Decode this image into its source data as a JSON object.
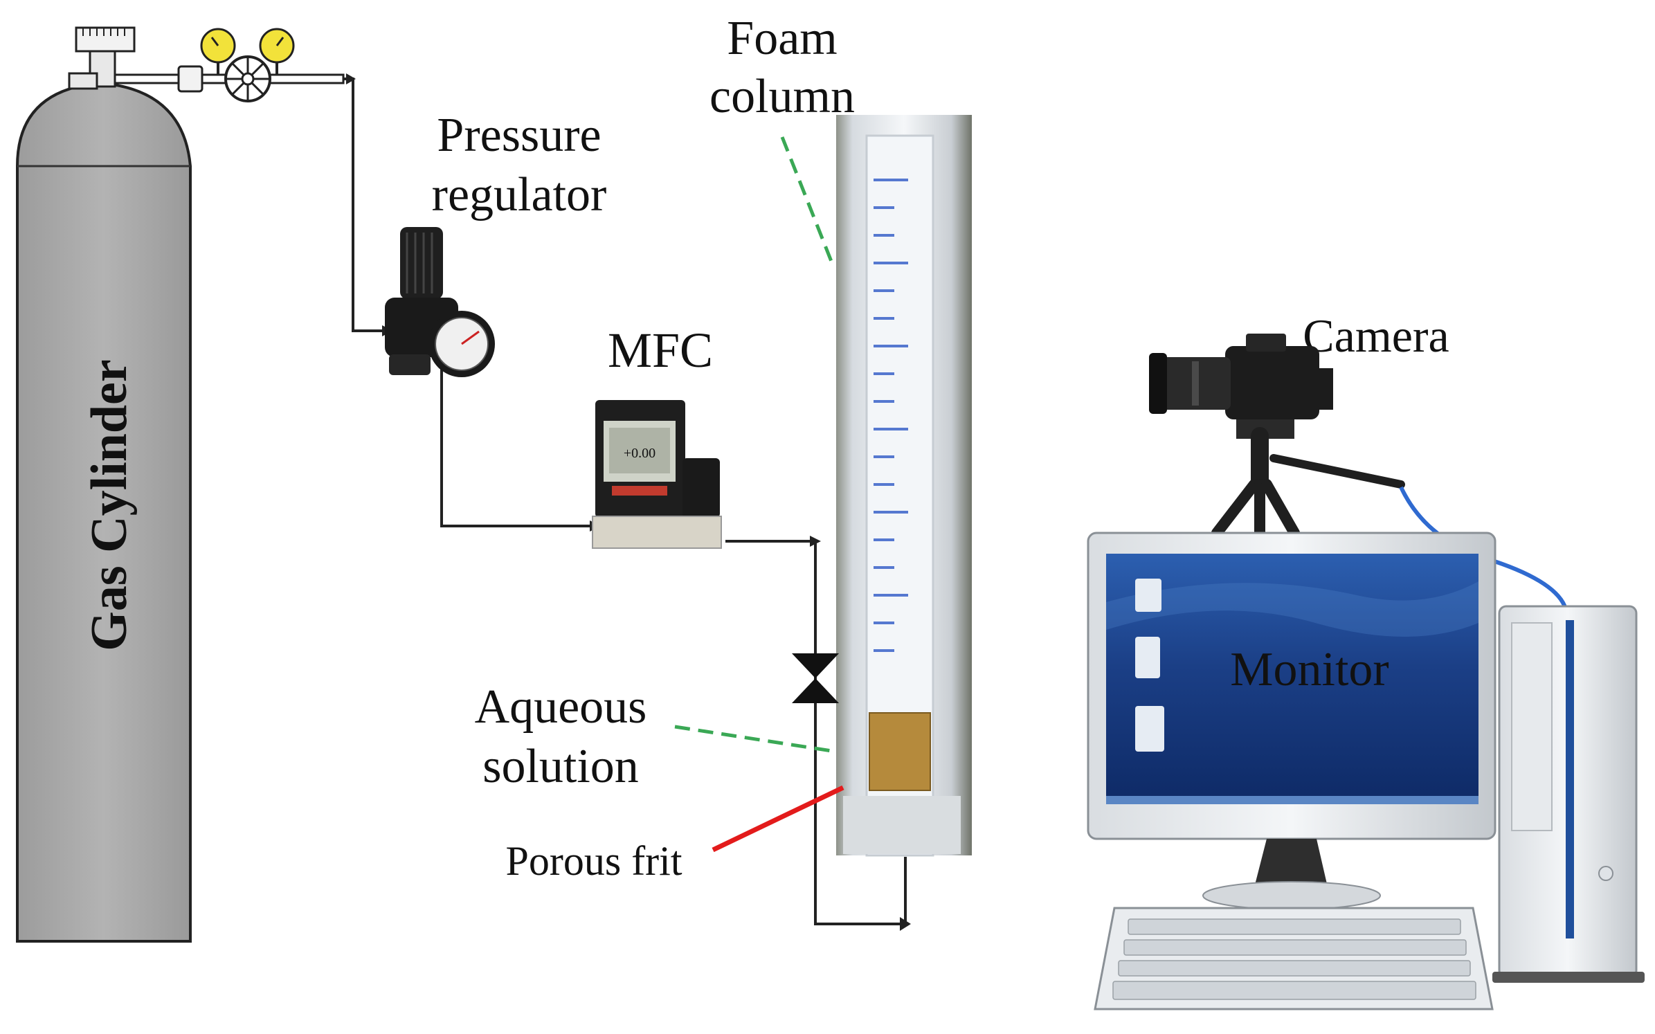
{
  "labels": {
    "gas_cylinder": "Gas Cylinder",
    "pressure_regulator_line1": "Pressure",
    "pressure_regulator_line2": "regulator",
    "mfc": "MFC",
    "foam_column_line1": "Foam",
    "foam_column_line2": "column",
    "aqueous_solution_line1": "Aqueous",
    "aqueous_solution_line2": "solution",
    "porous_frit": "Porous frit",
    "camera": "Camera",
    "monitor": "Monitor"
  },
  "colors": {
    "cylinder_fill": "#a9a9a9",
    "gauge_yellow": "#f2e23a",
    "leader_green": "#3aa855",
    "leader_red": "#e31b1b",
    "screen_blue": "#1f4f9c",
    "cable_blue": "#2f6ad0",
    "frit_brown": "#b58a3c",
    "column_glass": "#e9eef2",
    "graduation_blue": "#3a63c9"
  },
  "icons": [
    "gas-cylinder-icon",
    "gauge-icon",
    "valve-handwheel-icon",
    "pressure-regulator-icon",
    "mass-flow-controller-icon",
    "foam-column-icon",
    "porous-frit-icon",
    "valve-icon",
    "camera-icon",
    "tripod-icon",
    "monitor-icon",
    "computer-tower-icon",
    "keyboard-icon"
  ]
}
